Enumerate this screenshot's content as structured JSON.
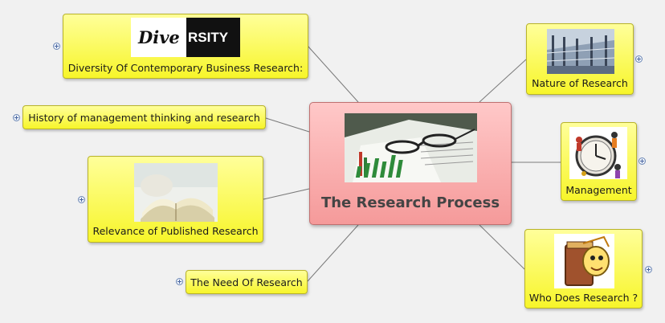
{
  "map": {
    "central_topic": "The Research Process",
    "logo_text": {
      "part1": "Dive",
      "part2": "RSITY"
    },
    "topics": {
      "diversity": "Diversity Of Contemporary Business Research:",
      "history": "History of management thinking and research",
      "relevance": "Relevance of Published Research",
      "need": "The Need Of Research",
      "nature": "Nature of Research",
      "management": "Management",
      "who": "Who Does Research ?"
    }
  },
  "colors": {
    "background": "#f1f1f1",
    "topic_fill": "#ffff66",
    "topic_border": "#b8b32a",
    "central_fill": "#f8b0b0",
    "central_text": "#444444",
    "connector": "#7a7a7a"
  }
}
